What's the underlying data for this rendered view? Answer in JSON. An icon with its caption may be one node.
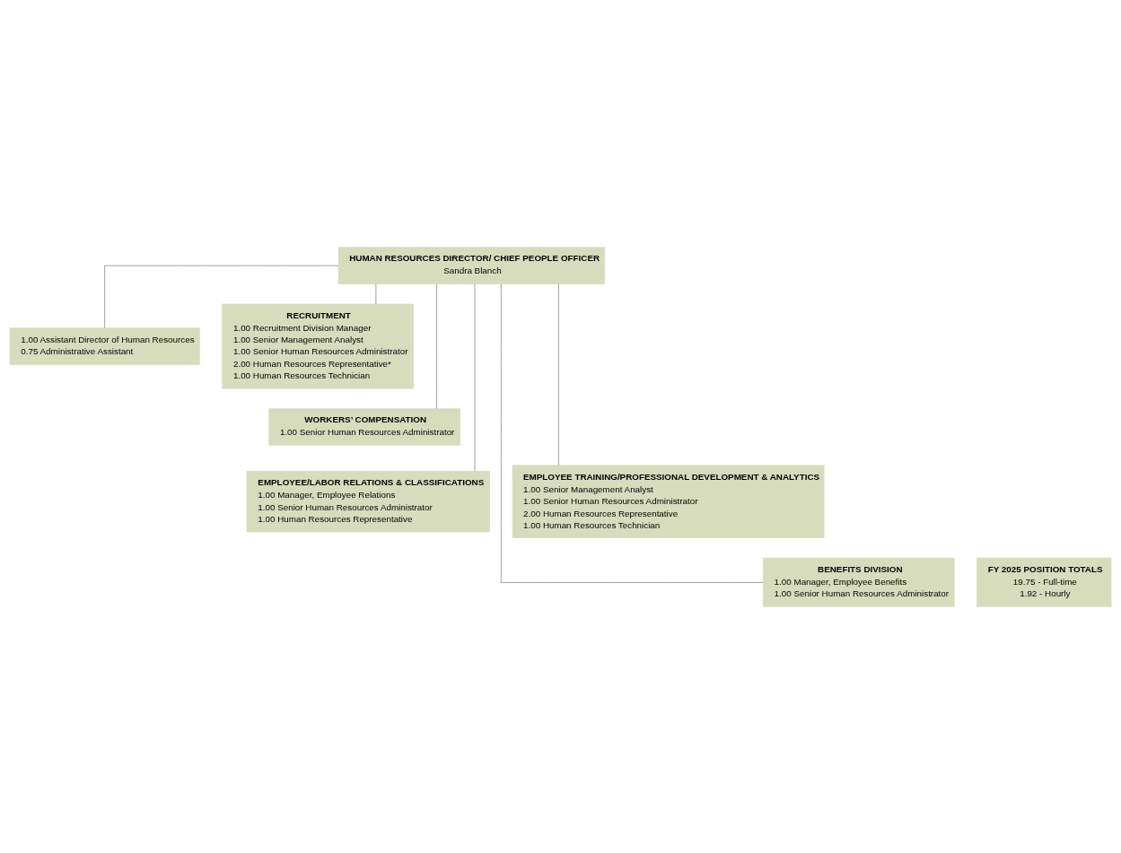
{
  "diagram": {
    "nodes": [
      {
        "text": [
          "HUMAN RESOURCES DIRECTOR/ CHIEF PEOPLE OFFICER",
          "Sandra Blanch"
        ]
      },
      {
        "text": [
          "1.00 Assistant Director of Human Resources",
          "0.75 Administrative Assistant"
        ]
      },
      {
        "text": [
          "RECRUITMENT",
          "1.00 Recruitment Division Manager",
          "1.00 Senior Management Analyst",
          "1.00 Senior Human Resources Administrator",
          "2.00 Human Resources Representative*",
          "1.00 Human Resources Technician"
        ]
      },
      {
        "text": [
          "WORKERS’ COMPENSATION",
          "1.00 Senior Human Resources Administrator"
        ]
      },
      {
        "text": [
          "EMPLOYEE/LABOR RELATIONS & CLASSIFICATIONS",
          "1.00 Manager, Employee Relations",
          "1.00 Senior Human Resources Administrator",
          "1.00 Human Resources Representative"
        ]
      },
      {
        "text": [
          "EMPLOYEE TRAINING/PROFESSIONAL DEVELOPMENT & ANALYTICS",
          "1.00 Senior Management Analyst",
          "1.00 Senior Human Resources Administrator",
          "2.00 Human Resources Representative",
          "1.00 Human Resources Technician"
        ]
      },
      {
        "text": [
          "BENEFITS DIVISION",
          "1.00 Manager, Employee Benefits",
          "1.00 Senior Human Resources Administrator"
        ]
      },
      {
        "text": [
          "FY 2025 POSITION TOTALS",
          "19.75 - Full-time",
          "1.92 - Hourly"
        ]
      }
    ],
    "edges": [
      {
        "from": 0,
        "to": 1,
        "arrow": "none"
      },
      {
        "from": 0,
        "to": 2,
        "arrow": "none"
      },
      {
        "from": 0,
        "to": 3,
        "arrow": "none"
      },
      {
        "from": 0,
        "to": 4,
        "arrow": "none"
      },
      {
        "from": 0,
        "to": 5,
        "arrow": "none"
      },
      {
        "from": 0,
        "to": 6,
        "arrow": "none"
      }
    ]
  }
}
